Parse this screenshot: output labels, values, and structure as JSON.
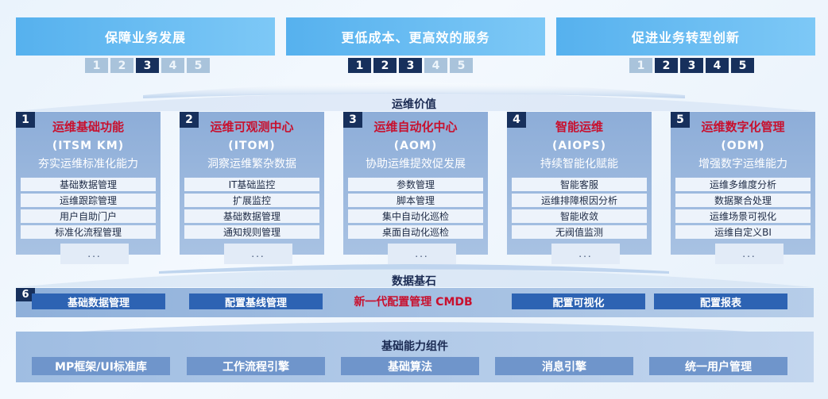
{
  "values": [
    {
      "label": "保障业务发展",
      "nums": [
        "1",
        "2",
        "3",
        "4",
        "5"
      ],
      "active": [
        2
      ]
    },
    {
      "label": "更低成本、更高效的服务",
      "nums": [
        "1",
        "2",
        "3",
        "4",
        "5"
      ],
      "active": [
        0,
        1,
        2
      ]
    },
    {
      "label": "促进业务转型创新",
      "nums": [
        "1",
        "2",
        "3",
        "4",
        "5"
      ],
      "active": [
        1,
        2,
        3,
        4
      ]
    }
  ],
  "value_section_title": "运维价值",
  "columns": [
    {
      "num": "1",
      "title": "运维基础功能",
      "abbr": "(ITSM KM)",
      "desc": "夯实运维标准化能力",
      "items": [
        "基础数据管理",
        "运维跟踪管理",
        "用户自助门户",
        "标准化流程管理"
      ],
      "more": "..."
    },
    {
      "num": "2",
      "title": "运维可观测中心",
      "abbr": "(ITOM)",
      "desc": "洞察运维繁杂数据",
      "items": [
        "IT基础监控",
        "扩展监控",
        "基础数据管理",
        "通知规则管理"
      ],
      "more": "..."
    },
    {
      "num": "3",
      "title": "运维自动化中心",
      "abbr": "(AOM)",
      "desc": "协助运维提效促发展",
      "items": [
        "参数管理",
        "脚本管理",
        "集中自动化巡检",
        "桌面自动化巡检"
      ],
      "more": "..."
    },
    {
      "num": "4",
      "title": "智能运维",
      "abbr": "(AIOPS)",
      "desc": "持续智能化赋能",
      "items": [
        "智能客服",
        "运维排障根因分析",
        "智能收敛",
        "无阀值监测"
      ],
      "more": "..."
    },
    {
      "num": "5",
      "title": "运维数字化管理",
      "abbr": "(ODM)",
      "desc": "增强数字运维能力",
      "items": [
        "运维多维度分析",
        "数据聚合处理",
        "运维场景可视化",
        "运维自定义BI"
      ],
      "more": "..."
    }
  ],
  "data_section": {
    "title": "数据基石",
    "num": "6",
    "buttons": [
      "基础数据管理",
      "配置基线管理",
      "配置可视化",
      "配置报表"
    ],
    "center": "新一代配置管理 CMDB"
  },
  "component_section": {
    "title": "基础能力组件",
    "buttons": [
      "MP框架/UI标准库",
      "工作流程引擎",
      "基础算法",
      "消息引擎",
      "统一用户管理"
    ]
  },
  "colors": {
    "accent_red": "#c8102e",
    "navy": "#17305c",
    "value_blue": "#56b1ee",
    "button_blue": "#2d63b3"
  }
}
